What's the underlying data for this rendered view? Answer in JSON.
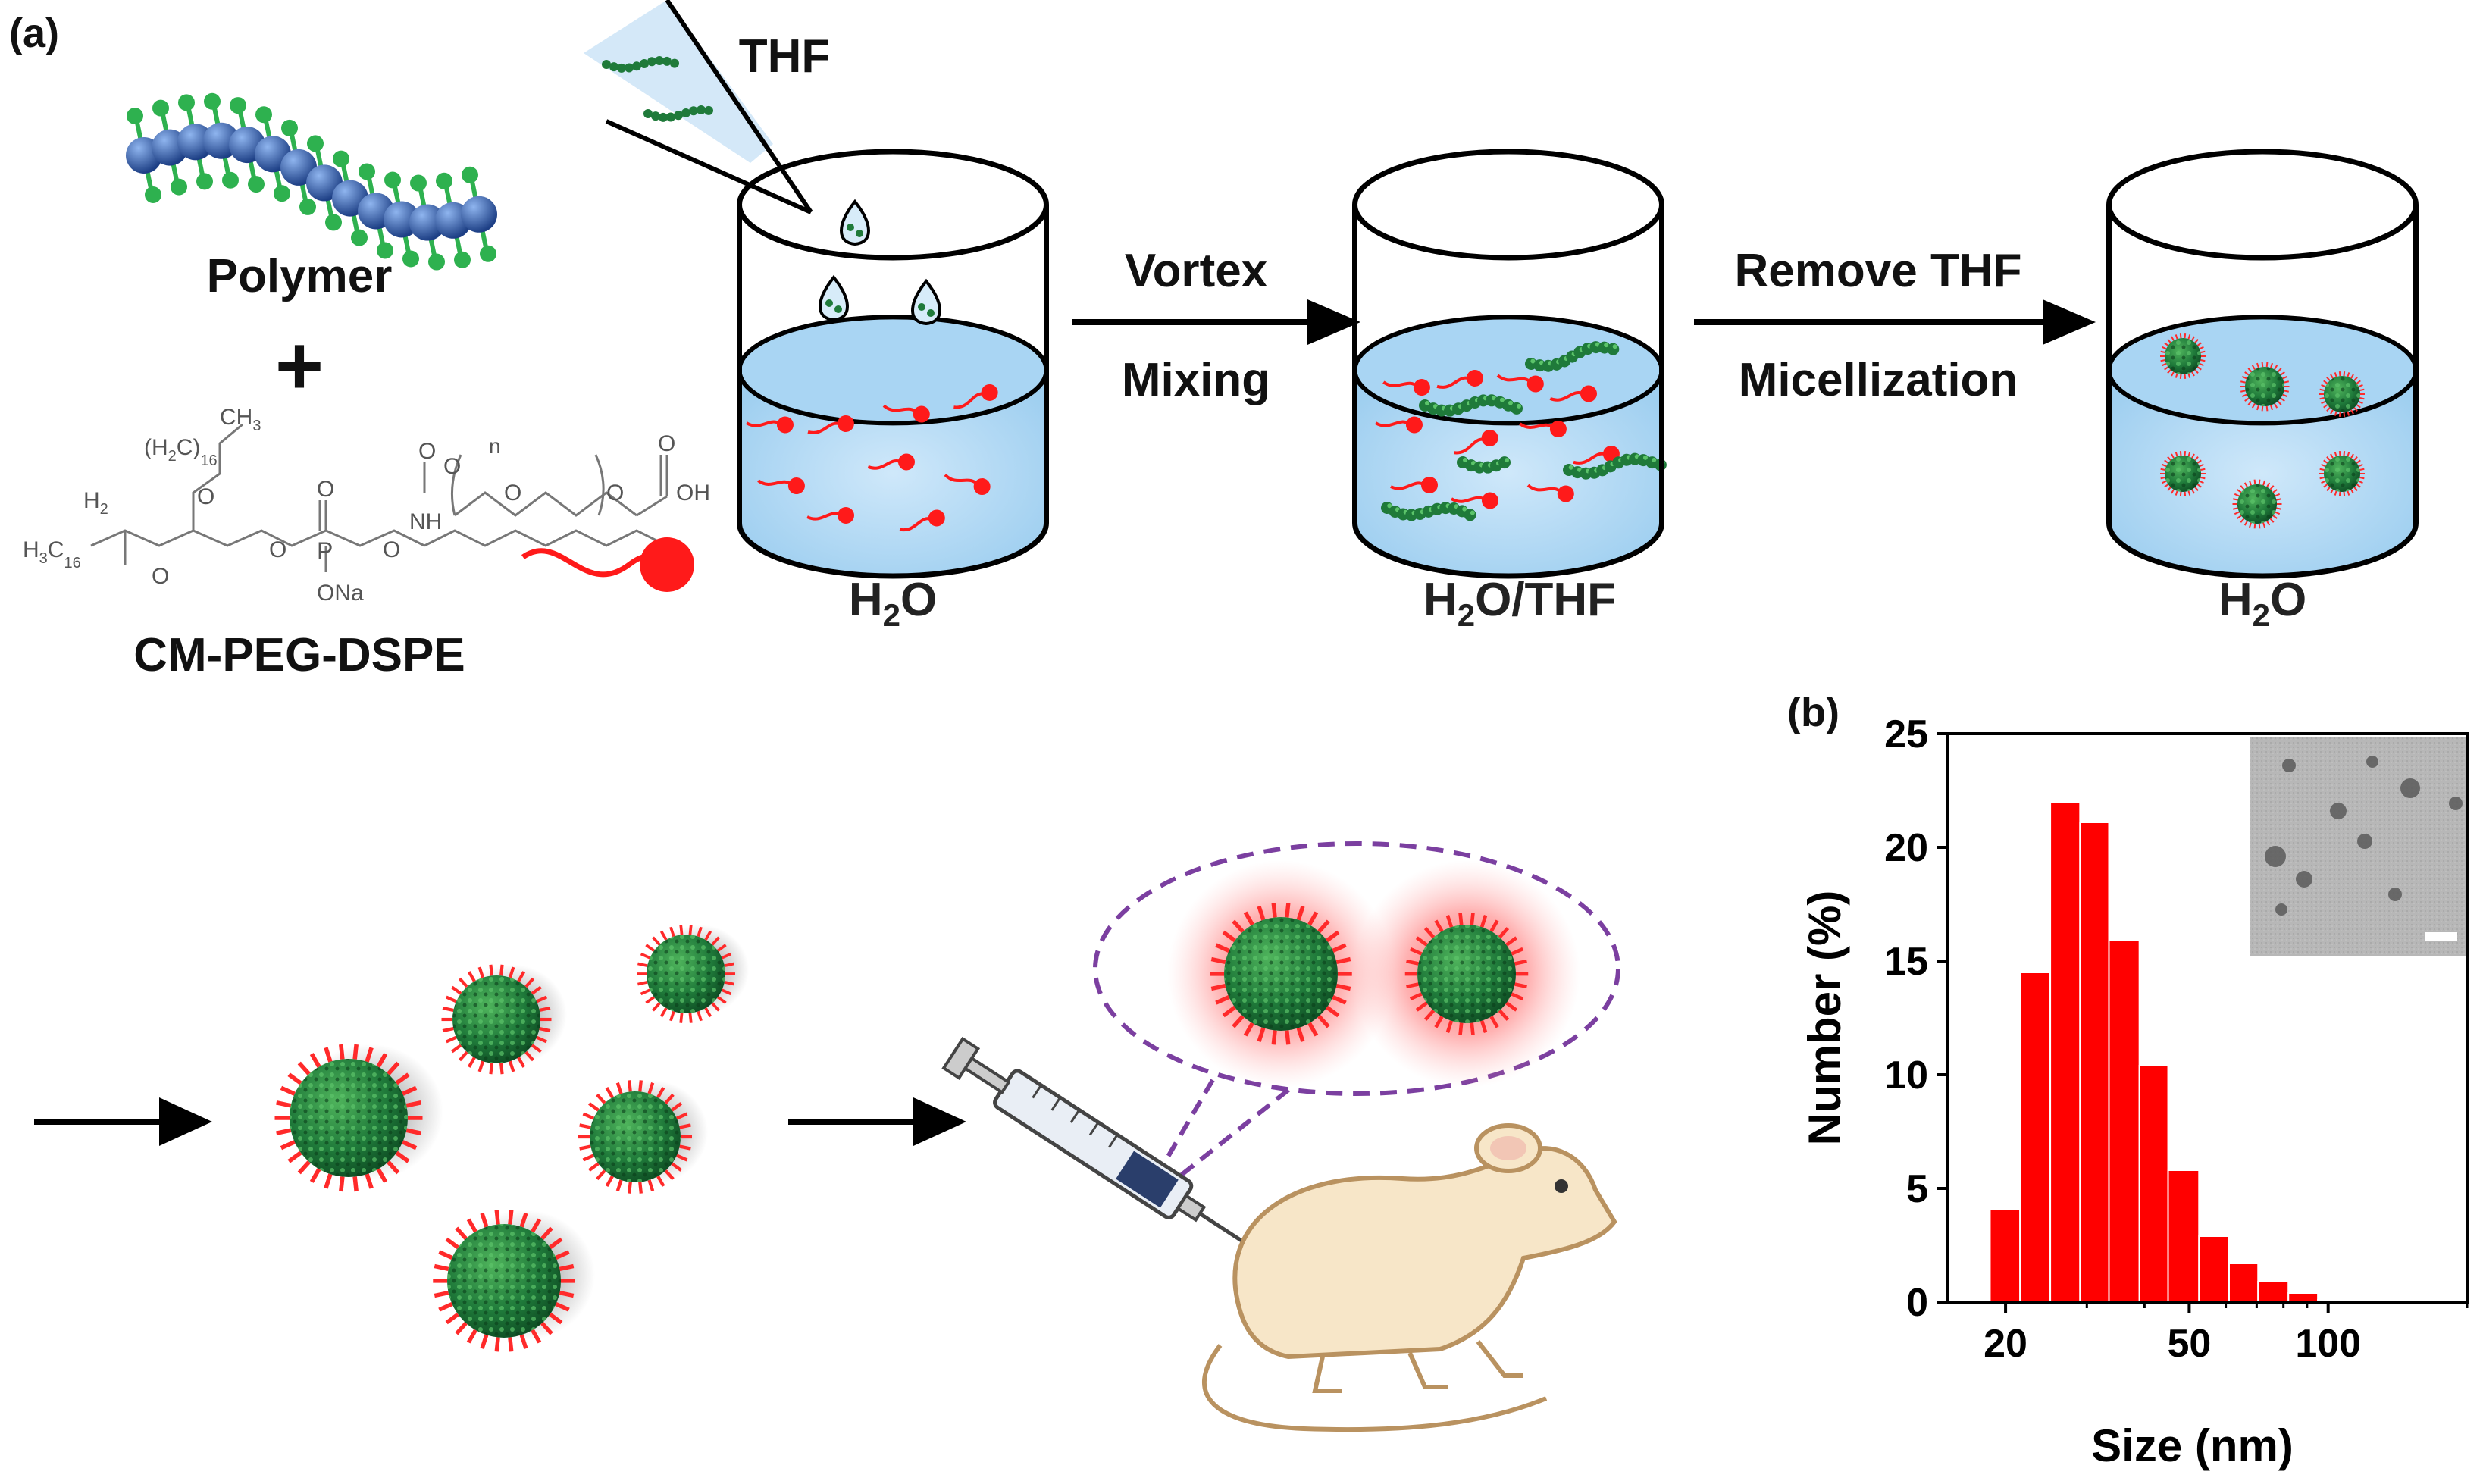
{
  "panel_a_label": "(a)",
  "panel_b_label": "(b)",
  "scheme": {
    "polymer_label": "Polymer",
    "plus": "+",
    "lipid_label": "CM-PEG-DSPE",
    "solvent_label": "THF",
    "step1": {
      "line1": "Vortex",
      "line2": "Mixing"
    },
    "step2": {
      "line1": "Remove THF",
      "line2": "Micellization"
    },
    "beaker1": {
      "main": "H",
      "sub": "2",
      "rest": "O"
    },
    "beaker2": {
      "main": "H",
      "sub": "2",
      "rest": "O/THF"
    },
    "beaker3": {
      "main": "H",
      "sub": "2",
      "rest": "O"
    }
  },
  "chem_struct": {
    "t1": "CH",
    "t1s": "3",
    "t2": "(H",
    "t2s": "2",
    "t2b": "C)",
    "t2c": "16",
    "t3": "H",
    "t3s": "2",
    "t4": "H",
    "t4s": "3",
    "t4b": "C",
    "t4c": "16",
    "o": "O",
    "p": "P",
    "ona": "ONa",
    "nh": "NH",
    "n": "n",
    "oh": "OH"
  },
  "chart_data": {
    "type": "bar",
    "xlabel": "Size (nm)",
    "ylabel": "Number (%)",
    "xscale": "log",
    "ylim": [
      0,
      25
    ],
    "xlim": [
      15,
      200
    ],
    "yticks": [
      0,
      5,
      10,
      15,
      20,
      25
    ],
    "xticks": [
      20,
      50,
      100
    ],
    "bins": [
      {
        "from": 18.5,
        "to": 21.5,
        "value": 4.1
      },
      {
        "from": 21.5,
        "to": 25.0,
        "value": 14.5
      },
      {
        "from": 25.0,
        "to": 29.0,
        "value": 22.0
      },
      {
        "from": 29.0,
        "to": 33.5,
        "value": 21.1
      },
      {
        "from": 33.5,
        "to": 39.0,
        "value": 15.9
      },
      {
        "from": 39.0,
        "to": 45.0,
        "value": 10.4
      },
      {
        "from": 45.0,
        "to": 52.5,
        "value": 5.8
      },
      {
        "from": 52.5,
        "to": 61.0,
        "value": 2.9
      },
      {
        "from": 61.0,
        "to": 70.5,
        "value": 1.7
      },
      {
        "from": 70.5,
        "to": 82.0,
        "value": 0.9
      },
      {
        "from": 82.0,
        "to": 95.0,
        "value": 0.4
      },
      {
        "from": 95.0,
        "to": 110.0,
        "value": 0.1
      }
    ],
    "bar_color": "#ff0000",
    "grid": false,
    "inset": "TEM image with scale bar"
  },
  "colors": {
    "water": "#b9ddf5",
    "micelle_core": "#1f7a3a",
    "micelle_shell": "#ff2a2a",
    "mouse": "#f7e6c8",
    "mouse_outline": "#b99260",
    "dash": "#7b3fa0",
    "polymer_bead": "#2f5fb0",
    "polymer_side": "#2eb14f"
  }
}
